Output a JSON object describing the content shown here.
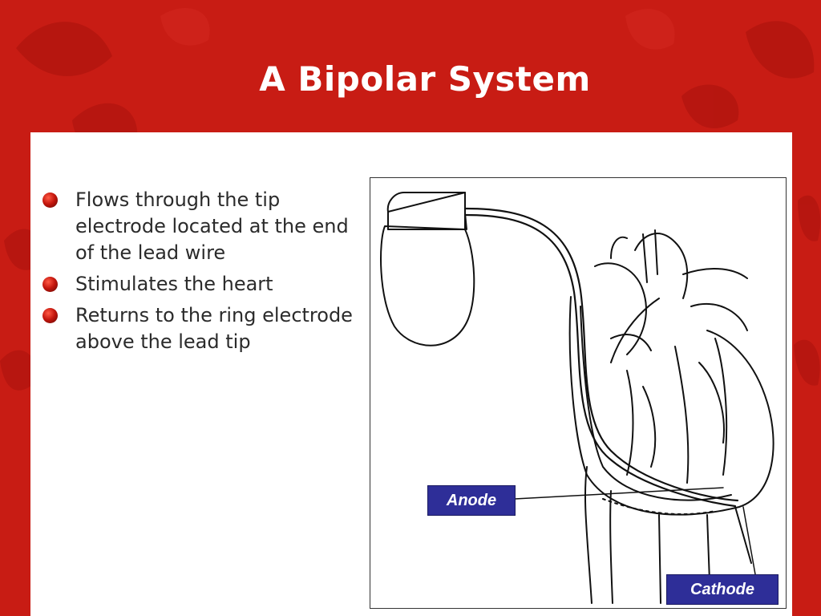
{
  "slide": {
    "title": "A Bipolar System",
    "bullets": [
      "Flows through the tip electrode located at the end of the lead wire",
      "Stimulates the heart",
      "Returns to the ring electrode above the lead tip"
    ]
  },
  "figure": {
    "labels": {
      "anode": "Anode",
      "cathode": "Cathode"
    }
  },
  "colors": {
    "background": "#c81c14",
    "title_text": "#ffffff",
    "label_fill": "#2e2e98",
    "bullet": "#c3150c"
  }
}
